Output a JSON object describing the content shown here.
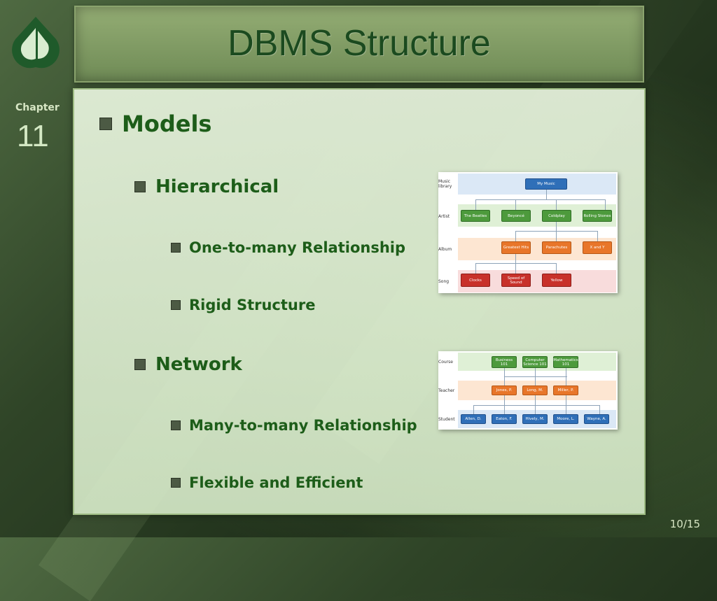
{
  "slide": {
    "title": "DBMS Structure",
    "chapter_label": "Chapter",
    "chapter_number": "11",
    "page_number": "10/15"
  },
  "bullets": {
    "models": "Models",
    "hierarchical": "Hierarchical",
    "one_to_many": "One-to-many Relationship",
    "rigid": "Rigid Structure",
    "network": "Network",
    "many_to_many": "Many-to-many Relationship",
    "flexible": "Flexible and Efficient"
  },
  "hierarchical_diagram": {
    "row_labels": [
      "Music library",
      "Artist",
      "Album",
      "Song"
    ],
    "root": "My Music",
    "artists": [
      "The Beatles",
      "Beyoncé",
      "Coldplay",
      "Rolling Stones"
    ],
    "albums": [
      "Greatest Hits",
      "Parachutes",
      "X and Y"
    ],
    "songs": [
      "Clocks",
      "Speed of Sound",
      "Yellow"
    ]
  },
  "network_diagram": {
    "row_labels": [
      "Course",
      "Teacher",
      "Student"
    ],
    "courses": [
      "Business 101",
      "Computer Science 101",
      "Mathematics 101"
    ],
    "teachers": [
      "Jones, P.",
      "Long, M.",
      "Miller, P."
    ],
    "students": [
      "Allen, D.",
      "Eaton, F.",
      "Hively, M.",
      "Moore, L.",
      "Wayne, A."
    ]
  },
  "colors": {
    "title_text": "#1b4a1f",
    "bullet_text": "#1d5d19",
    "node_blue": "#2f6fb8",
    "node_green": "#4d9a3c",
    "node_orange": "#e8762a",
    "node_red": "#c8312a"
  }
}
